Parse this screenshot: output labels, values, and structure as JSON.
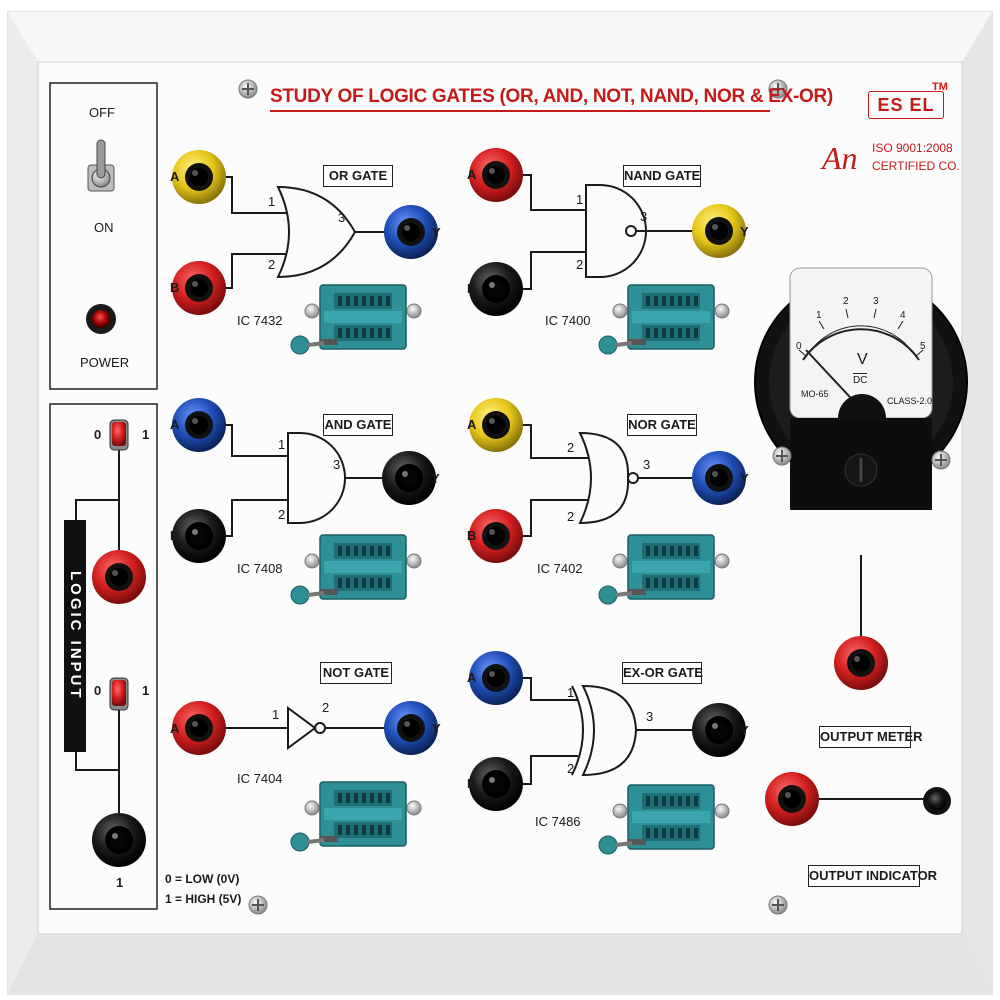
{
  "panel": {
    "title": "STUDY OF LOGIC GATES (OR, AND, NOT, NAND, NOR & EX-OR)",
    "brand": "ES  EL",
    "trademark": "TM",
    "certification_line1": "ISO 9001:2008",
    "certification_line2": "CERTIFIED CO.",
    "an_mark": "An"
  },
  "power": {
    "off_label": "OFF",
    "on_label": "ON",
    "power_label": "POWER"
  },
  "logic_input": {
    "title": "LOGIC INPUT",
    "zero": "0",
    "one": "1",
    "legend_low": "0 = LOW (0V)",
    "legend_high": "1 = HIGH (5V)"
  },
  "gates": {
    "or": {
      "name": "OR GATE",
      "ic": "IC 7432"
    },
    "nand": {
      "name": "NAND GATE",
      "ic": "IC 7400"
    },
    "and": {
      "name": "AND GATE",
      "ic": "IC 7408"
    },
    "nor": {
      "name": "NOR GATE",
      "ic": "IC 7402"
    },
    "not": {
      "name": "NOT GATE",
      "ic": "IC 7404"
    },
    "xor": {
      "name": "EX-OR GATE",
      "ic": "IC 7486"
    }
  },
  "pins": {
    "a": "A",
    "b": "B",
    "y": "Y",
    "p1": "1",
    "p2": "2",
    "p3": "3"
  },
  "meter": {
    "unit": "V",
    "mode": "DC",
    "class": "CLASS-2.0",
    "model": "MO-65",
    "scale": [
      "0",
      "1",
      "2",
      "3",
      "4",
      "5"
    ],
    "output_meter_label": "OUTPUT METER",
    "output_indicator_label": "OUTPUT INDICATOR"
  },
  "colors": {
    "title_red": "#c41a1a",
    "jack_red": "#d42020",
    "jack_yellow": "#e8c81a",
    "jack_blue": "#1f4fb8",
    "jack_black": "#1a1a1a",
    "socket_teal": "#2f8f96",
    "panel_frame": "#f0f0f0"
  }
}
